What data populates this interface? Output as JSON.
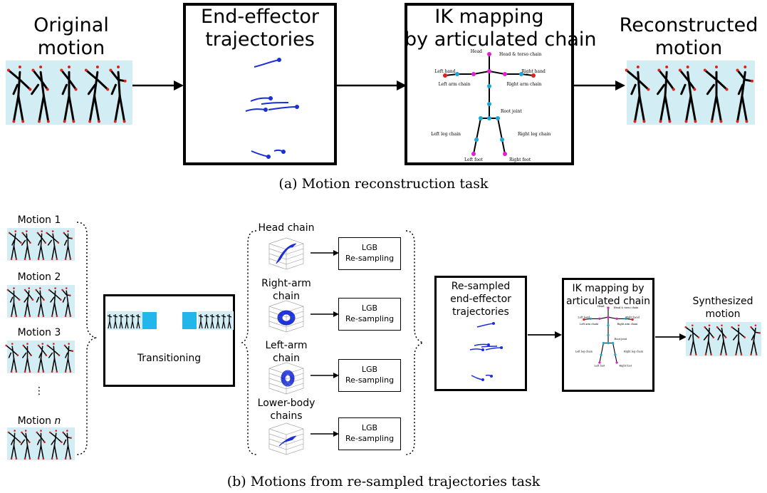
{
  "part_a": {
    "original_motion": [
      "Original",
      "motion"
    ],
    "ee_traj": [
      "End-effector",
      "trajectories"
    ],
    "ik_mapping": [
      "IK mapping",
      "by articulated chain"
    ],
    "reconstructed": [
      "Reconstructed",
      "motion"
    ],
    "caption": "(a) Motion reconstruction task",
    "skeleton_labels": {
      "head": "Head",
      "head_torso": "Head & torso chain",
      "left_hand": "Left hand",
      "right_hand": "Right hand",
      "left_arm": "Left arm chain",
      "right_arm": "Right arm chain",
      "root": "Root joint",
      "left_leg": "Left leg chain",
      "right_leg": "Right leg chain",
      "left_foot": "Left foot",
      "right_foot": "Right foot"
    }
  },
  "part_b": {
    "motions": [
      "Motion 1",
      "Motion 2",
      "Motion 3",
      "⋮",
      "Motion n"
    ],
    "transitioning": "Transitioning",
    "chains": [
      "Head chain",
      "Right-arm chain",
      "Left-arm chain",
      "Lower-body chains"
    ],
    "lgb": [
      "LGB",
      "Re-sampling"
    ],
    "resampled": [
      "Re-sampled",
      "end-effector",
      "trajectories"
    ],
    "ik_mapping": [
      "IK mapping by",
      "articulated chain"
    ],
    "synthesized": [
      "Synthesized",
      "motion"
    ],
    "caption": "(b) Motions from re-sampled trajectories task"
  },
  "colors": {
    "strip_bg": "#d3edf5",
    "trajectory": "#1a2ed6",
    "joint_red": "#e0201a",
    "joint_cyan": "#1aa6d6",
    "joint_magenta": "#e020d0",
    "transition_block": "#22b6ea"
  }
}
